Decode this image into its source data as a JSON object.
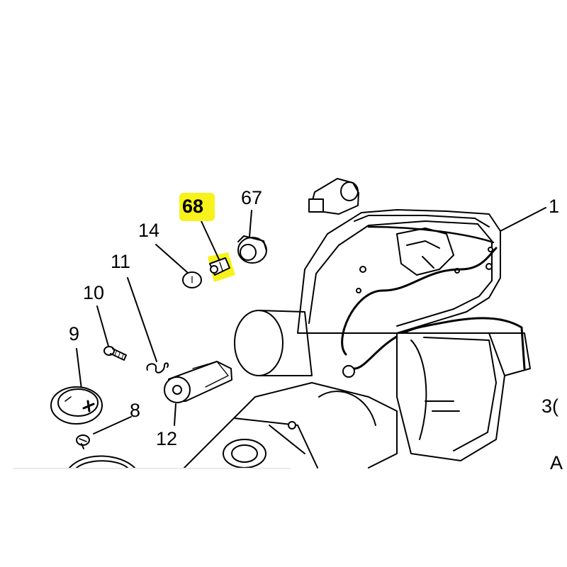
{
  "colors": {
    "highlight": "#f7f21c",
    "line": "#000000",
    "background": "#ffffff"
  },
  "callouts": {
    "c68": "68",
    "c67": "67",
    "c14": "14",
    "c11": "11",
    "c10": "10",
    "c9": "9",
    "c8": "8",
    "c12": "12",
    "c1": "1",
    "c3": "3(",
    "cA": "A"
  },
  "highlighted_part": "68"
}
